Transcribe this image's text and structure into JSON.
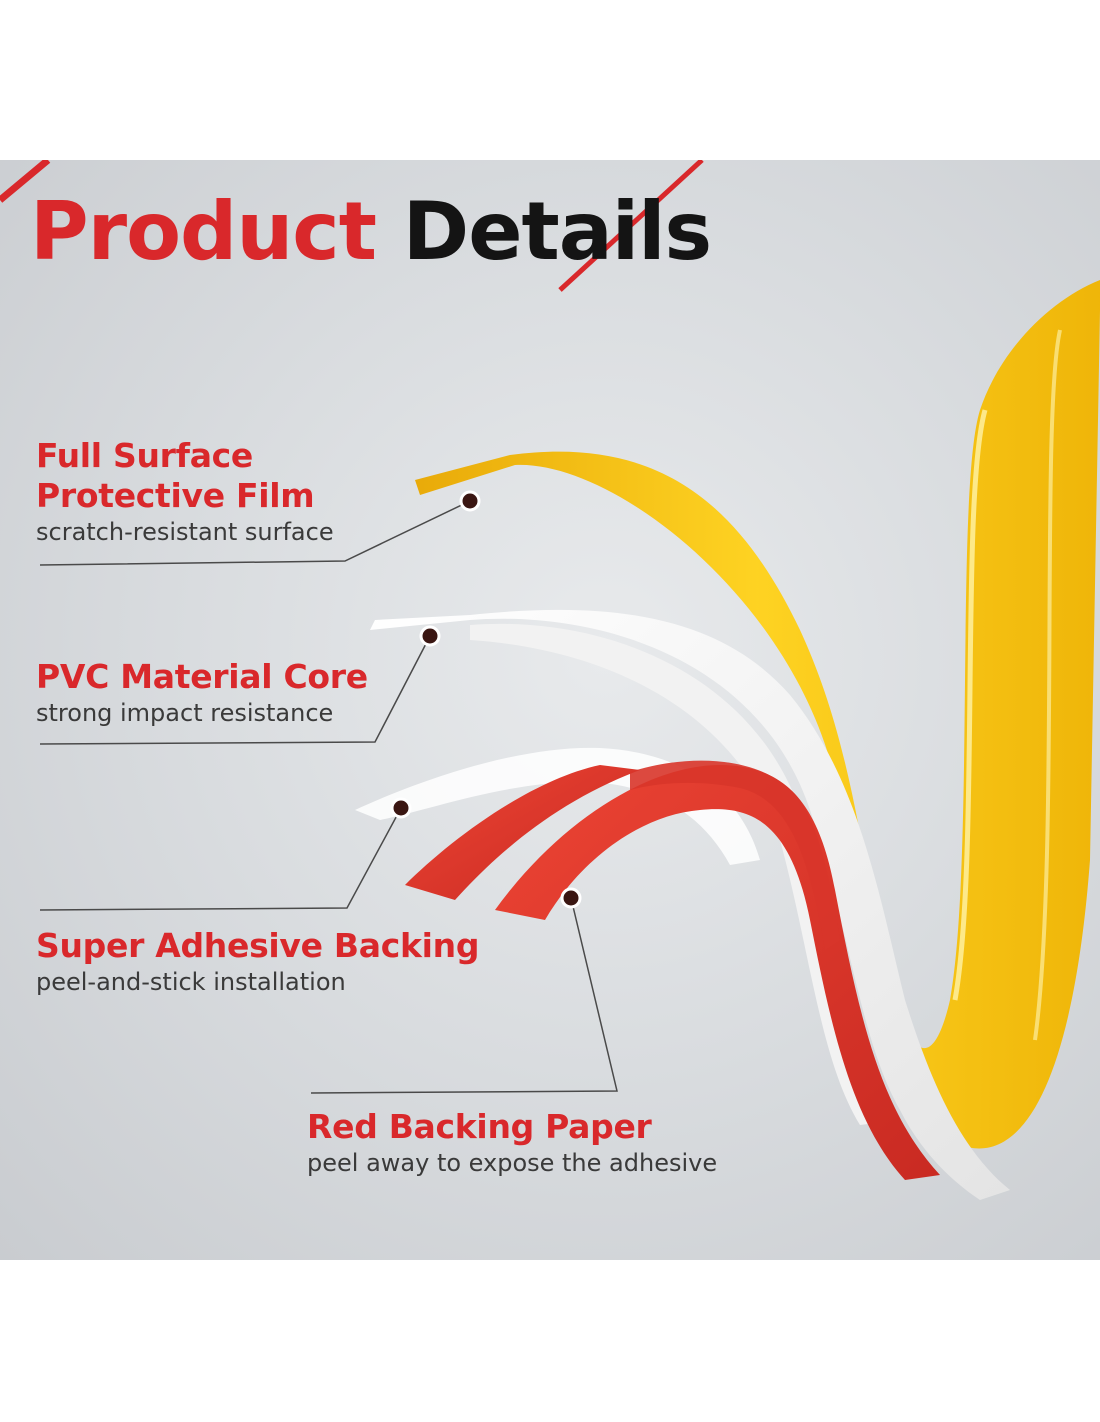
{
  "title": {
    "word1": "Product",
    "word2": "Details"
  },
  "colors": {
    "accent_red": "#d9282b",
    "dark_text": "#141414",
    "film_yellow": "#f2c300",
    "core_white": "#f4f4f4",
    "backing_red": "#e2372c"
  },
  "layers": [
    {
      "title_lines": [
        "Full Surface",
        "Protective Film"
      ],
      "subtitle": "scratch-resistant surface"
    },
    {
      "title_lines": [
        "PVC Material Core"
      ],
      "subtitle": "strong impact resistance"
    },
    {
      "title_lines": [
        "Super Adhesive Backing"
      ],
      "subtitle": "peel-and-stick installation"
    },
    {
      "title_lines": [
        "Red Backing Paper"
      ],
      "subtitle": "peel away to expose the adhesive"
    }
  ]
}
